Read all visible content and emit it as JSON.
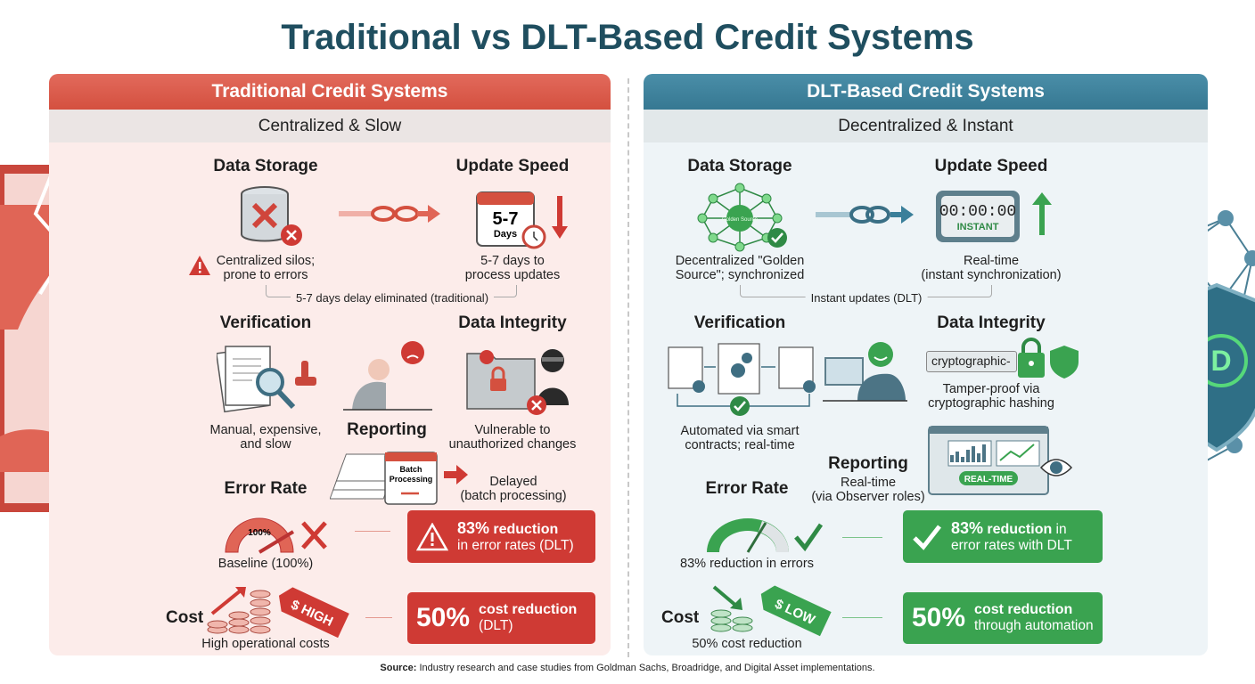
{
  "title": "Traditional vs DLT-Based Credit Systems",
  "traditional": {
    "header": "Traditional Credit Systems",
    "subheader": "Centralized & Slow",
    "data_storage": {
      "heading": "Data Storage",
      "desc1": "Centralized silos;",
      "desc2": "prone to errors"
    },
    "update_speed": {
      "heading": "Update Speed",
      "calendar_value": "5-7",
      "calendar_unit": "Days",
      "desc1": "5-7 days to",
      "desc2": "process updates"
    },
    "delay_note": "5-7 days delay eliminated (traditional)",
    "verification": {
      "heading": "Verification",
      "desc1": "Manual, expensive,",
      "desc2": "and slow"
    },
    "data_integrity": {
      "heading": "Data Integrity",
      "desc1": "Vulnerable to",
      "desc2": "unauthorized changes"
    },
    "reporting": {
      "heading": "Reporting",
      "calendar_label": "Batch Processing",
      "desc1": "Delayed",
      "desc2": "(batch processing)"
    },
    "error_rate": {
      "heading": "Error Rate",
      "gauge_label": "100%",
      "desc": "Baseline (100%)",
      "box_big": "83%",
      "box_bold": "reduction",
      "box_text": "in error rates (DLT)"
    },
    "cost": {
      "heading": "Cost",
      "tag": "$ HIGH",
      "desc": "High operational costs",
      "box_big": "50%",
      "box_bold": "cost reduction",
      "box_text": "(DLT)"
    }
  },
  "dlt": {
    "header": "DLT-Based Credit Systems",
    "subheader": "Decentralized & Instant",
    "data_storage": {
      "heading": "Data Storage",
      "node_label": "Golden Source",
      "desc1": "Decentralized \"Golden",
      "desc2": "Source\"; synchronized"
    },
    "update_speed": {
      "heading": "Update Speed",
      "clock": "00:00:00",
      "clock_label": "INSTANT",
      "desc1": "Real-time",
      "desc2": "(instant synchronization)"
    },
    "instant_note": "Instant updates (DLT)",
    "verification": {
      "heading": "Verification",
      "desc1": "Automated via smart",
      "desc2": "contracts; real-time"
    },
    "data_integrity": {
      "heading": "Data Integrity",
      "hash_label": "cryptographic-",
      "desc1": "Tamper-proof via",
      "desc2": "cryptographic hashing"
    },
    "reporting": {
      "heading": "Reporting",
      "badge": "REAL-TIME",
      "desc1": "Real-time",
      "desc2": "(via Observer roles)"
    },
    "error_rate": {
      "heading": "Error Rate",
      "desc": "83% reduction in errors",
      "box_big": "83%",
      "box_bold": "reduction",
      "box_text_a": "in",
      "box_text": "error rates with DLT"
    },
    "cost": {
      "heading": "Cost",
      "tag": "$ LOW",
      "desc": "50% cost reduction",
      "box_big": "50%",
      "box_bold": "cost reduction",
      "box_text": "through automation"
    }
  },
  "source": {
    "label": "Source:",
    "text": "Industry research and case studies from Goldman Sachs, Broadridge, and Digital Asset implementations."
  },
  "colors": {
    "title": "#1f4e5f",
    "traditional": "#d4503f",
    "dlt": "#367892",
    "negative": "#cf3a34",
    "positive": "#3aa350"
  }
}
